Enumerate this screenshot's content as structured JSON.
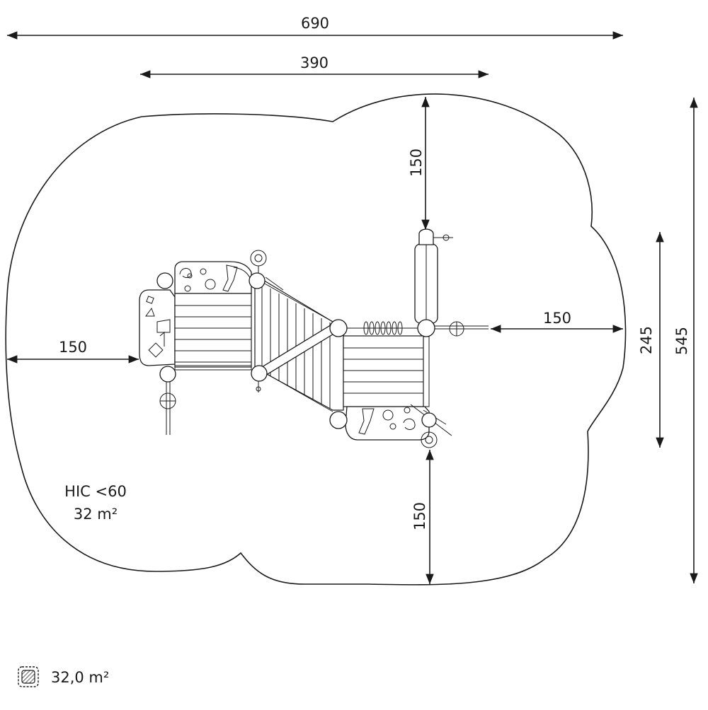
{
  "dimensions": {
    "overall_width": "690",
    "structure_width": "390",
    "top_clearance": "150",
    "right_clearance": "150",
    "left_clearance": "150",
    "bottom_clearance": "150",
    "structure_depth": "245",
    "overall_depth": "545"
  },
  "safety_zone": {
    "hic": "HIC <60",
    "area": "32 m²"
  },
  "legend": {
    "icon": "hatched-area-icon",
    "area_label": "32,0 m²"
  },
  "colors": {
    "line": "#1a1a1a",
    "background": "#ffffff"
  }
}
